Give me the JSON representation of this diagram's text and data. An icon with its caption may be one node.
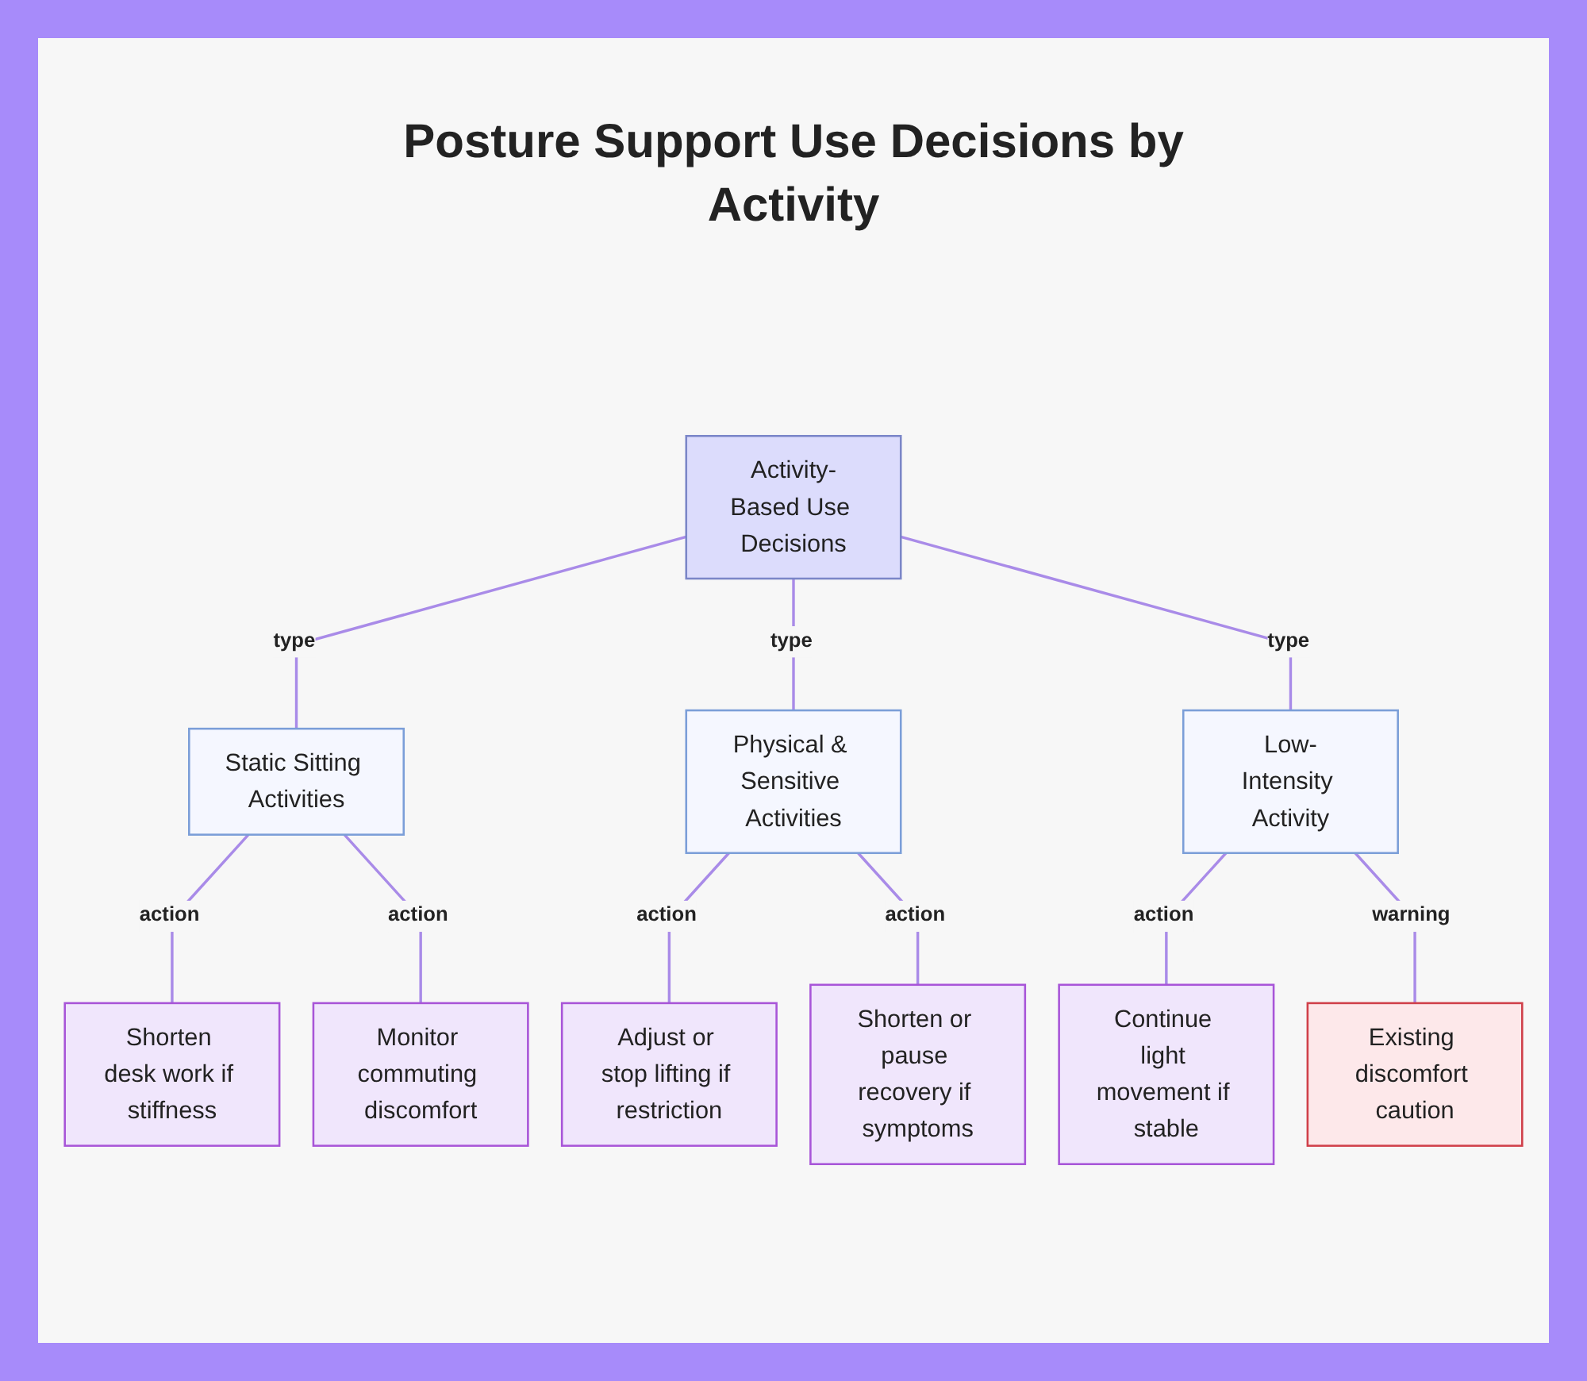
{
  "diagram": {
    "title": "Posture Support Use Decisions by Activity",
    "nodes": [
      {
        "text": [
          "Activity-Based Use Decisions"
        ]
      },
      {
        "text": [
          "Static Sitting Activities"
        ]
      },
      {
        "text": [
          "Physical & Sensitive Activities"
        ]
      },
      {
        "text": [
          "Low-Intensity Activity"
        ]
      },
      {
        "text": [
          "Shorten desk work if stiffness"
        ]
      },
      {
        "text": [
          "Monitor commuting discomfort"
        ]
      },
      {
        "text": [
          "Adjust or stop lifting if restriction"
        ]
      },
      {
        "text": [
          "Shorten or pause recovery if symptoms"
        ]
      },
      {
        "text": [
          "Continue light movement if stable"
        ]
      },
      {
        "text": [
          "Existing discomfort caution"
        ]
      }
    ],
    "edges": [
      {
        "from": 0,
        "to": 1,
        "arrow": "none",
        "label": "type"
      },
      {
        "from": 0,
        "to": 2,
        "arrow": "none",
        "label": "type"
      },
      {
        "from": 0,
        "to": 3,
        "arrow": "none",
        "label": "type"
      },
      {
        "from": 1,
        "to": 4,
        "arrow": "none",
        "label": "action"
      },
      {
        "from": 1,
        "to": 5,
        "arrow": "none",
        "label": "action"
      },
      {
        "from": 2,
        "to": 6,
        "arrow": "none",
        "label": "action"
      },
      {
        "from": 2,
        "to": 7,
        "arrow": "none",
        "label": "action"
      },
      {
        "from": 3,
        "to": 8,
        "arrow": "none",
        "label": "action"
      },
      {
        "from": 3,
        "to": 9,
        "arrow": "none",
        "label": "warning"
      }
    ]
  }
}
